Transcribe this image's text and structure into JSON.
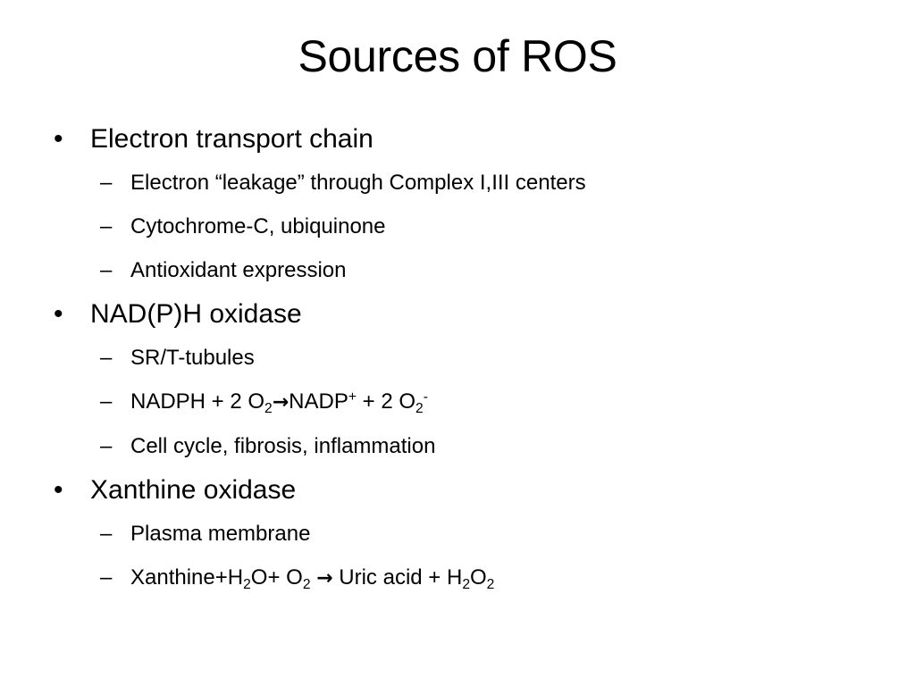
{
  "slide": {
    "title": "Sources of ROS",
    "bullet_symbol": "•",
    "dash_symbol": "–",
    "arrow_symbol": "→",
    "sections": [
      {
        "heading": "Electron transport chain",
        "items": [
          {
            "text": "Electron “leakage” through Complex I,III centers"
          },
          {
            "text": "Cytochrome-C, ubiquinone"
          },
          {
            "text": "Antioxidant expression"
          }
        ]
      },
      {
        "heading": "NAD(P)H oxidase",
        "items": [
          {
            "text": "SR/T-tubules"
          },
          {
            "nadph": "NADPH + 2 O",
            "sub1": "2",
            "nadp": "NADP",
            "sup1": "+",
            "plus2o": " + 2 O",
            "sub2": "2",
            "sup2": "-"
          },
          {
            "text": "Cell cycle, fibrosis, inflammation"
          }
        ]
      },
      {
        "heading": "Xanthine oxidase",
        "items": [
          {
            "text": "Plasma membrane"
          },
          {
            "xanthine": "Xanthine+H",
            "sub1": "2",
            "o_plus_o": "O+ O",
            "sub2": "2",
            "uric": " Uric acid + H",
            "sub3": "2",
            "o": "O",
            "sub4": "2"
          }
        ]
      }
    ]
  }
}
